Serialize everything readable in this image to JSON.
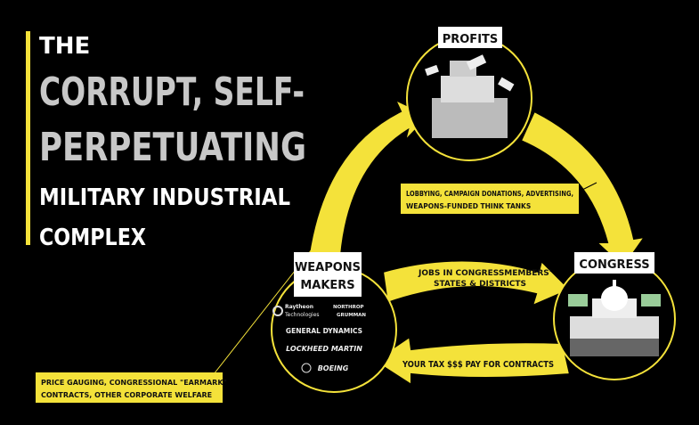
{
  "title": {
    "line1": "THE",
    "line2": "CORRUPT, SELF-",
    "line3": "PERPETUATING",
    "line4": "MILITARY INDUSTRIAL",
    "line5": "COMPLEX"
  },
  "nodes": {
    "profits": "PROFITS",
    "congress": "CONGRESS",
    "weapons_line1": "WEAPONS",
    "weapons_line2": "MAKERS"
  },
  "arrows": {
    "weapons_to_profits_1": "PRICE GAUGING, CONGRESSIONAL \"EARMARK\"",
    "weapons_to_profits_2": "CONTRACTS, OTHER CORPORATE WELFARE",
    "profits_to_congress_1": "LOBBYING, CAMPAIGN DONATIONS, ADVERTISING,",
    "profits_to_congress_2": "WEAPONS-FUNDED THINK TANKS",
    "weapons_to_congress_1": "JOBS IN CONGRESSMEMBERS'",
    "weapons_to_congress_2": "STATES & DISTRICTS",
    "congress_to_weapons": "YOUR TAX $$$ PAY FOR CONTRACTS"
  },
  "companies": {
    "raytheon_1": "Raytheon",
    "raytheon_2": "Technologies",
    "northrop_1": "NORTHROP",
    "northrop_2": "GRUMMAN",
    "general_dynamics": "GENERAL DYNAMICS",
    "lockheed": "LOCKHEED MARTIN",
    "boeing": "BOEING"
  },
  "colors": {
    "accent": "#f4e23a",
    "background": "#000000",
    "title_gray": "#c8c8c8"
  }
}
